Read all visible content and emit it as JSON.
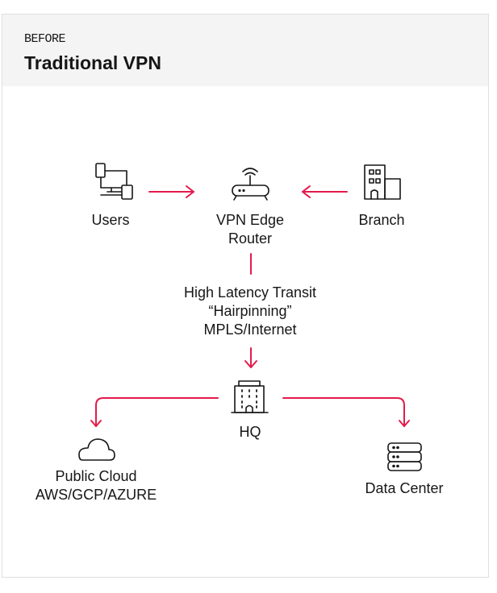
{
  "header": {
    "eyebrow": "BEFORE",
    "title": "Traditional VPN"
  },
  "colors": {
    "accent": "#E31B4B",
    "header_bg": "#F4F4F4",
    "border": "#E0E0E0",
    "text": "#161616"
  },
  "nodes": {
    "users": {
      "label": "Users",
      "icon": "users-devices-icon"
    },
    "router": {
      "label_line1": "VPN Edge",
      "label_line2": "Router",
      "icon": "router-icon"
    },
    "branch": {
      "label": "Branch",
      "icon": "building-icon"
    },
    "transit": {
      "line1": "High Latency Transit",
      "line2": "“Hairpinning”",
      "line3": "MPLS/Internet"
    },
    "hq": {
      "label": "HQ",
      "icon": "office-tower-icon"
    },
    "cloud": {
      "label_line1": "Public Cloud",
      "label_line2": "AWS/GCP/AZURE",
      "icon": "cloud-icon"
    },
    "datacenter": {
      "label": "Data Center",
      "icon": "server-stack-icon"
    }
  },
  "edges": [
    {
      "from": "Users",
      "to": "VPN Edge Router"
    },
    {
      "from": "Branch",
      "to": "VPN Edge Router"
    },
    {
      "from": "VPN Edge Router",
      "to": "HQ",
      "via": "High Latency Transit"
    },
    {
      "from": "HQ",
      "to": "Public Cloud"
    },
    {
      "from": "HQ",
      "to": "Data Center"
    }
  ]
}
